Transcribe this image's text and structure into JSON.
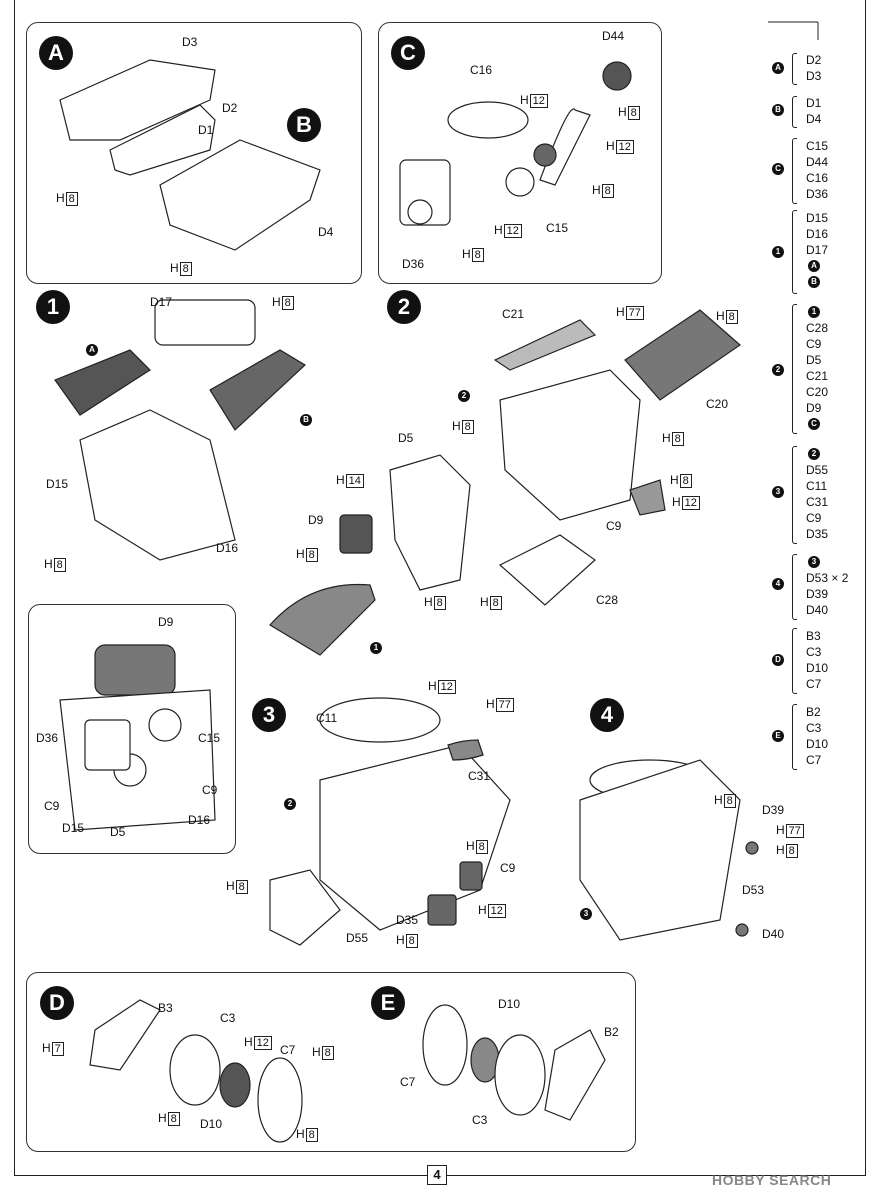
{
  "steps": {
    "A": {
      "badge": "A",
      "labels": [
        "D3",
        "D2",
        "D1"
      ],
      "h": "8"
    },
    "B": {
      "badge": "B",
      "labels": [
        "D4"
      ],
      "h": "8"
    },
    "C": {
      "badge": "C",
      "labels": [
        "D44",
        "C16",
        "C15",
        "D36"
      ],
      "h8": "8",
      "h12": "12"
    },
    "s1": {
      "badge": "1",
      "labels": [
        "D17",
        "D15",
        "D16"
      ],
      "h": "8"
    },
    "s2": {
      "badge": "2",
      "labels": [
        "C21",
        "C20",
        "D5",
        "D9",
        "C9",
        "C28"
      ],
      "h8": "8",
      "h14": "14",
      "h12": "12",
      "h77": "77"
    },
    "inset": {
      "labels": [
        "D9",
        "D36",
        "C15",
        "C9",
        "C9",
        "D15",
        "D5",
        "D16"
      ]
    },
    "s3": {
      "badge": "3",
      "labels": [
        "C11",
        "C31",
        "C9",
        "D35",
        "D55"
      ],
      "h8": "8",
      "h12": "12",
      "h77": "77"
    },
    "s4": {
      "badge": "4",
      "labels": [
        "D39",
        "D53",
        "D40"
      ],
      "h8": "8",
      "h77": "77"
    },
    "D": {
      "badge": "D",
      "labels": [
        "B3",
        "C3",
        "C7",
        "D10"
      ],
      "h7": "7",
      "h8": "8",
      "h12": "12"
    },
    "E": {
      "badge": "E",
      "labels": [
        "D10",
        "B2",
        "C7",
        "C3"
      ]
    }
  },
  "h_prefix": "H",
  "legend": [
    {
      "key": "A",
      "items": [
        "D2",
        "D3"
      ]
    },
    {
      "key": "B",
      "items": [
        "D1",
        "D4"
      ]
    },
    {
      "key": "C",
      "items": [
        "C15",
        "D44",
        "C16",
        "D36"
      ]
    },
    {
      "key": "1",
      "items": [
        "D15",
        "D16",
        "D17",
        "A",
        "B"
      ]
    },
    {
      "key": "2",
      "items": [
        "1",
        "C28",
        "C9",
        "D5",
        "C21",
        "C20",
        "D9",
        "C"
      ]
    },
    {
      "key": "3",
      "items": [
        "2",
        "D55",
        "C11",
        "C31",
        "C9",
        "D35"
      ]
    },
    {
      "key": "4",
      "items": [
        "3",
        "D53 × 2",
        "D39",
        "D40"
      ]
    },
    {
      "key": "D",
      "items": [
        "B3",
        "C3",
        "D10",
        "C7"
      ]
    },
    {
      "key": "E",
      "items": [
        "B2",
        "C3",
        "D10",
        "C7"
      ]
    }
  ],
  "page_number": "4",
  "watermark": "HOBBY SEARCH"
}
